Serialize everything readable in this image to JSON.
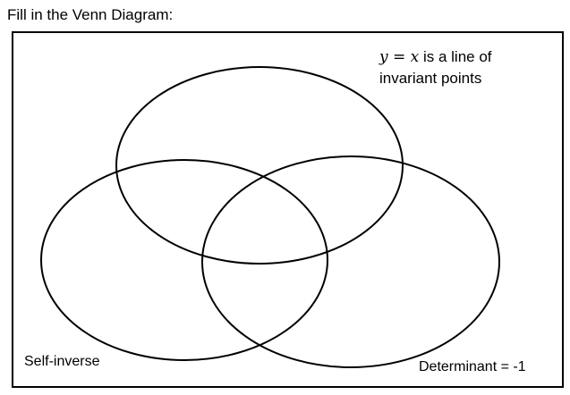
{
  "instruction": "Fill in the Venn Diagram:",
  "sets": {
    "top": {
      "math_prefix": "y = x",
      "text_line1": " is a line of",
      "text_line2": "invariant points"
    },
    "left": {
      "label": "Self-inverse"
    },
    "right": {
      "label": "Determinant = -1"
    }
  },
  "colors": {
    "stroke": "#000000",
    "background": "#ffffff"
  }
}
